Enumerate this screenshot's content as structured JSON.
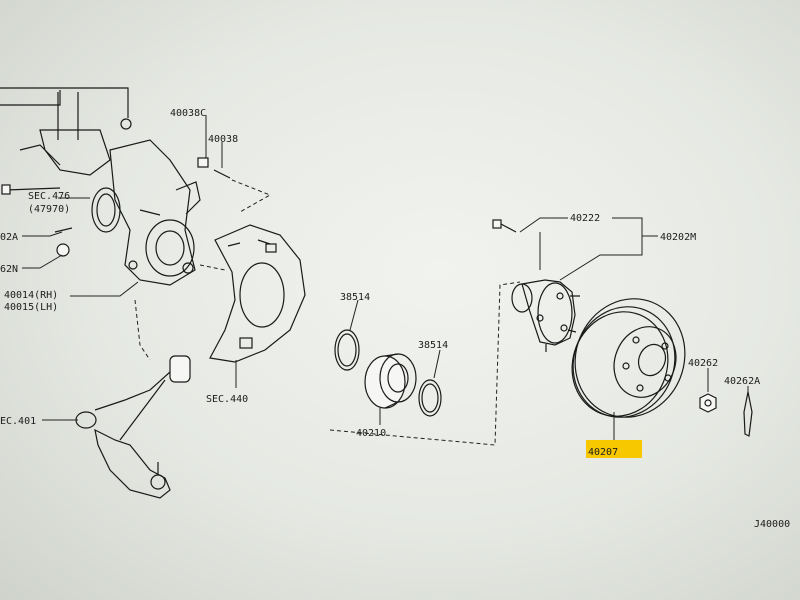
{
  "diagram": {
    "labels": {
      "p40038c": "40038C",
      "p40038": "40038",
      "sec476": "SEC.476",
      "p47970": "(47970)",
      "p02a": "02A",
      "p62n": "62N",
      "p40014": "40014(RH)",
      "p40015": "40015(LH)",
      "sec401": "EC.401",
      "sec440": "SEC.440",
      "p38514a": "38514",
      "p38514b": "38514",
      "p40210": "40210",
      "p40222": "40222",
      "p40202m": "40202M",
      "p40262": "40262",
      "p40262a": "40262A",
      "p40207": "40207",
      "page_code": "J40000"
    },
    "highlight_color": "#f7c700",
    "highlighted_part": "40207"
  }
}
